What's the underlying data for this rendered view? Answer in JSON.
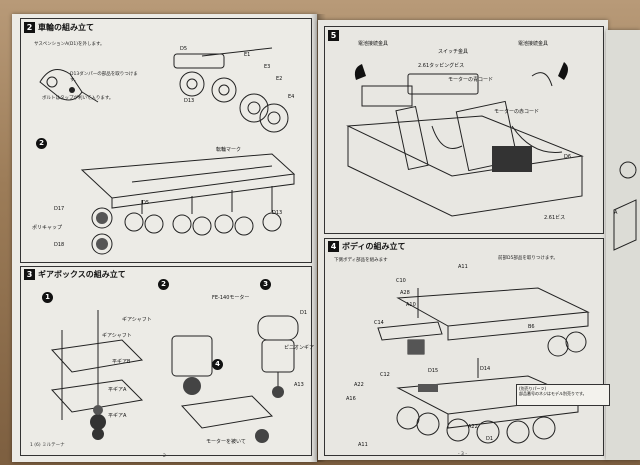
{
  "steps": {
    "s2": {
      "num": "2",
      "title": "車輪の組み立て"
    },
    "s3": {
      "num": "3",
      "title": "ギアボックスの組み立て"
    },
    "s4": {
      "num": "4",
      "title": "ボディの組み立て"
    },
    "s5": {
      "num": "5",
      "title": ""
    }
  },
  "s2_callouts": {
    "c1": "サスペンションA(D1)を外します。",
    "c2": "D13ダンパーの部品を取りつけます。",
    "c3": "ボルトはタップが利いて入ります。"
  },
  "s2_labels": {
    "D5": "D5",
    "D13": "D13",
    "E1": "E1",
    "E2": "E2",
    "E3": "E3",
    "E4": "E4",
    "mark": "転輪マーク",
    "D17": "D17",
    "D18": "D18",
    "D5b": "D5",
    "D13b": "D13",
    "cap": "ポリキャップ"
  },
  "s3_labels": {
    "shaft": "ギアシャフト",
    "gearB": "ギアシャフト",
    "gearA": "平ギアB",
    "gearC": "平ギアA",
    "gearA2": "平ギアA",
    "motor": "FE-140モーター",
    "D1": "D1",
    "pinion": "ピニオンギア",
    "cord": "モーターを被いて",
    "A13": "A13"
  },
  "s3_circles": [
    "1",
    "2",
    "3",
    "4"
  ],
  "s5_labels": {
    "terminal1": "電池接続金具",
    "switch": "スイッチ金具",
    "terminal2": "電池接続金具",
    "tap": "2.61タッピングビス",
    "motor_cord": "モーターの青コード",
    "red_cord": "モーターの赤コード",
    "D6": "D6",
    "screw": "2.61ビス"
  },
  "s4_labels": {
    "A11": "A11",
    "C10": "C10",
    "A28": "A28",
    "A10": "A10",
    "C14": "C14",
    "B6": "B6",
    "C12": "C12",
    "D15": "D15",
    "D14": "D14",
    "A22": "A22",
    "A16": "A16",
    "D1": "D1",
    "A11b": "A11",
    "A22b": "A22"
  },
  "s4_note": "下側ボディ部品を組みます",
  "s4_note2": "前部D5部品を取りつけます。",
  "peek_label": "A",
  "pages": {
    "left": "1 (6)  ミルテーナ",
    "mid": "- 2 -",
    "right": "- 3 -"
  },
  "sticker": "(別売りパーツ)\n部品番号のネジはモデル別売りです。"
}
